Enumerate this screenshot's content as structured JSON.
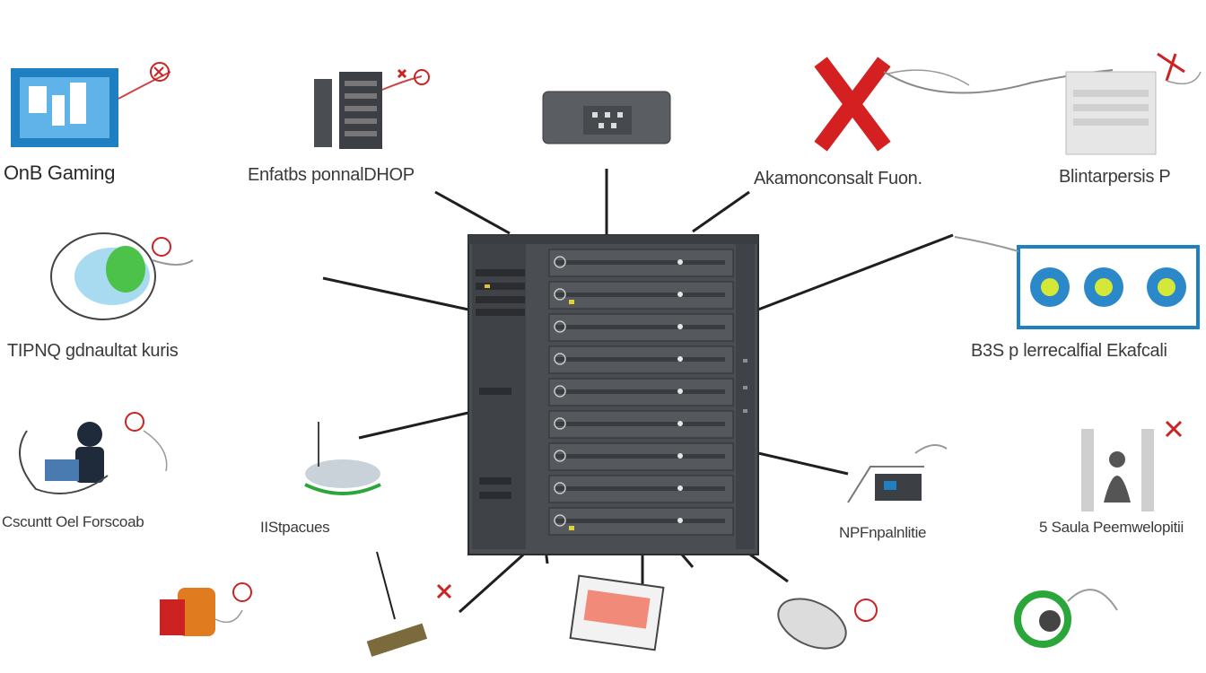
{
  "labels": {
    "top_left": "OnB Gaming",
    "top_mid_left": "Enfatbs ponnalDHOP",
    "top_mid_right": "Akamonconsalt Fuon.",
    "top_right": "Blintarpersis P",
    "mid_left": "TIPNQ  gdnaultat kuris",
    "mid_right": "B3S p lerrecalfial Ekafcali",
    "low_left": "Cscuntt Oel Forscoab",
    "low_mid_left": "IIStpacues",
    "low_mid_right": "NPFnpalnlitie",
    "low_right": "5 Saula Peemwelopitii"
  },
  "colors": {
    "server_body": "#4a4d52",
    "server_dark": "#3c3f44",
    "connector": "#1f1f1f",
    "accent_blue": "#1e7fc1",
    "accent_red": "#d42020",
    "accent_green": "#2aa63a"
  }
}
